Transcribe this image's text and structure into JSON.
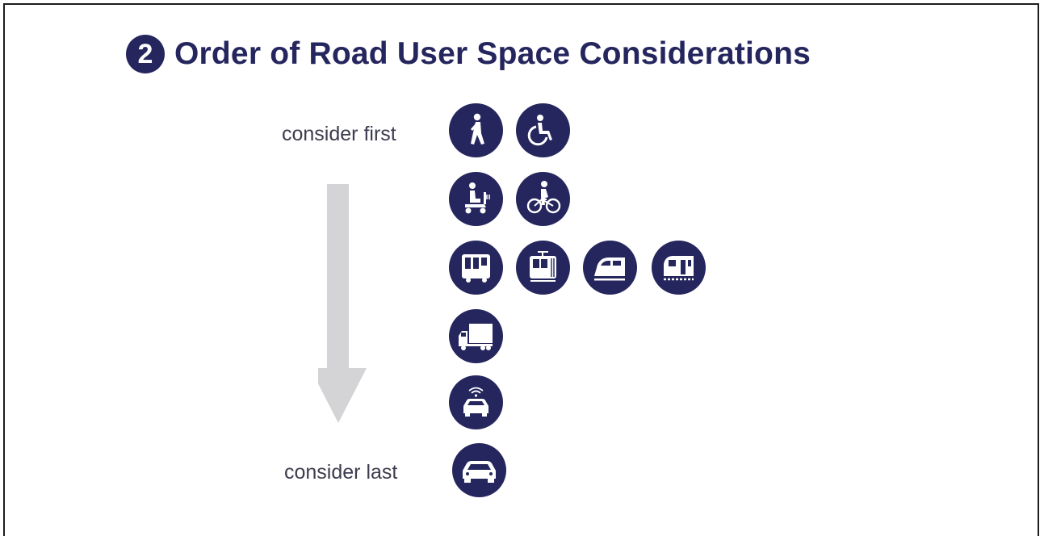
{
  "diagram": {
    "step_number": "2",
    "title": "Order of Road User Space Considerations",
    "label_first": "consider first",
    "label_last": "consider last",
    "colors": {
      "navy": "#25265e",
      "arrow_gray": "#d4d4d6",
      "text_gray": "#3c3c4e"
    },
    "rows": [
      {
        "rank": 1,
        "icons": [
          "pedestrian-icon",
          "wheelchair-user-icon"
        ]
      },
      {
        "rank": 2,
        "icons": [
          "mobility-scooter-icon",
          "cyclist-icon"
        ]
      },
      {
        "rank": 3,
        "icons": [
          "bus-icon",
          "tram-icon",
          "light-rail-icon",
          "train-icon"
        ]
      },
      {
        "rank": 4,
        "icons": [
          "freight-truck-icon"
        ]
      },
      {
        "rank": 5,
        "icons": [
          "connected-car-icon"
        ]
      },
      {
        "rank": 6,
        "icons": [
          "car-icon"
        ]
      }
    ]
  }
}
